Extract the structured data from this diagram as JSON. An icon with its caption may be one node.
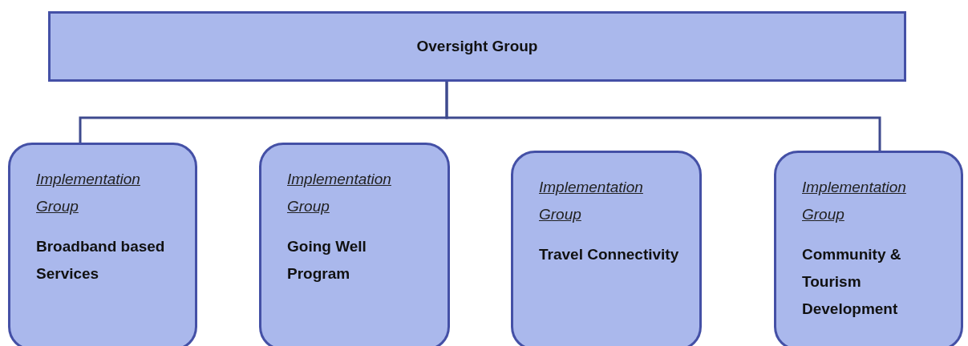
{
  "diagram": {
    "nodes": [
      {
        "text": [
          "Oversight Group"
        ]
      },
      {
        "text": [
          "Implementation Group",
          "Broadband based Services"
        ]
      },
      {
        "text": [
          "Implementation Group",
          "Going Well Program"
        ]
      },
      {
        "text": [
          "Implementation Group",
          "Travel Connectivity"
        ]
      },
      {
        "text": [
          "Implementation Group",
          "Community & Tourism Development"
        ]
      }
    ],
    "edges": [
      {
        "from": 0,
        "to": 1,
        "arrow": "none"
      },
      {
        "from": 0,
        "to": 4,
        "arrow": "none"
      }
    ]
  }
}
